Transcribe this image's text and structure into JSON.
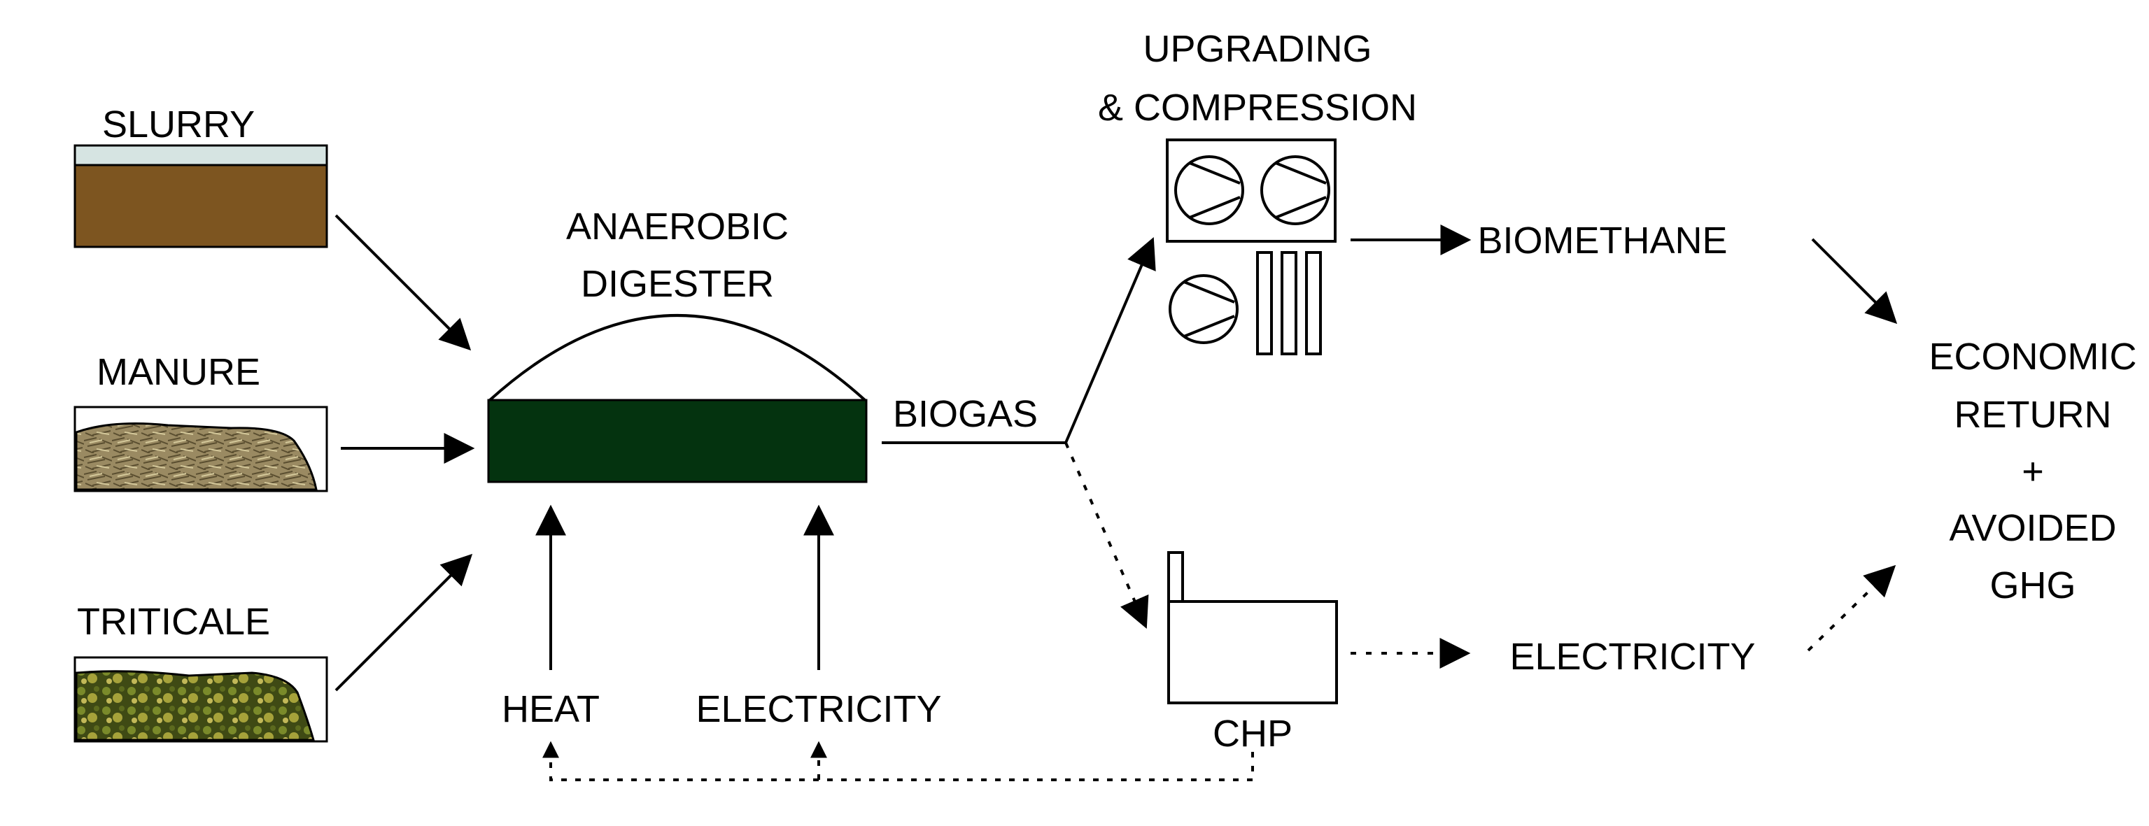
{
  "labels": {
    "slurry": "SLURRY",
    "manure": "MANURE",
    "triticale": "TRITICALE",
    "digester_line1": "ANAEROBIC",
    "digester_line2": "DIGESTER",
    "biogas": "BIOGAS",
    "heat": "HEAT",
    "electricity_input": "ELECTRICITY",
    "upgrading_line1": "UPGRADING",
    "upgrading_line2": "& COMPRESSION",
    "biomethane": "BIOMETHANE",
    "chp": "CHP",
    "electricity_output": "ELECTRICITY",
    "outcome_line1": "ECONOMIC",
    "outcome_line2": "RETURN",
    "outcome_line3": "+",
    "outcome_line4": "AVOIDED",
    "outcome_line5": "GHG"
  },
  "colors": {
    "slurry_top": "#d6e4e2",
    "slurry_body": "#7d5520",
    "digester_body": "#04330f",
    "manure_texture": "#8a7a55",
    "triticale_texture": "#4e5a1c"
  }
}
